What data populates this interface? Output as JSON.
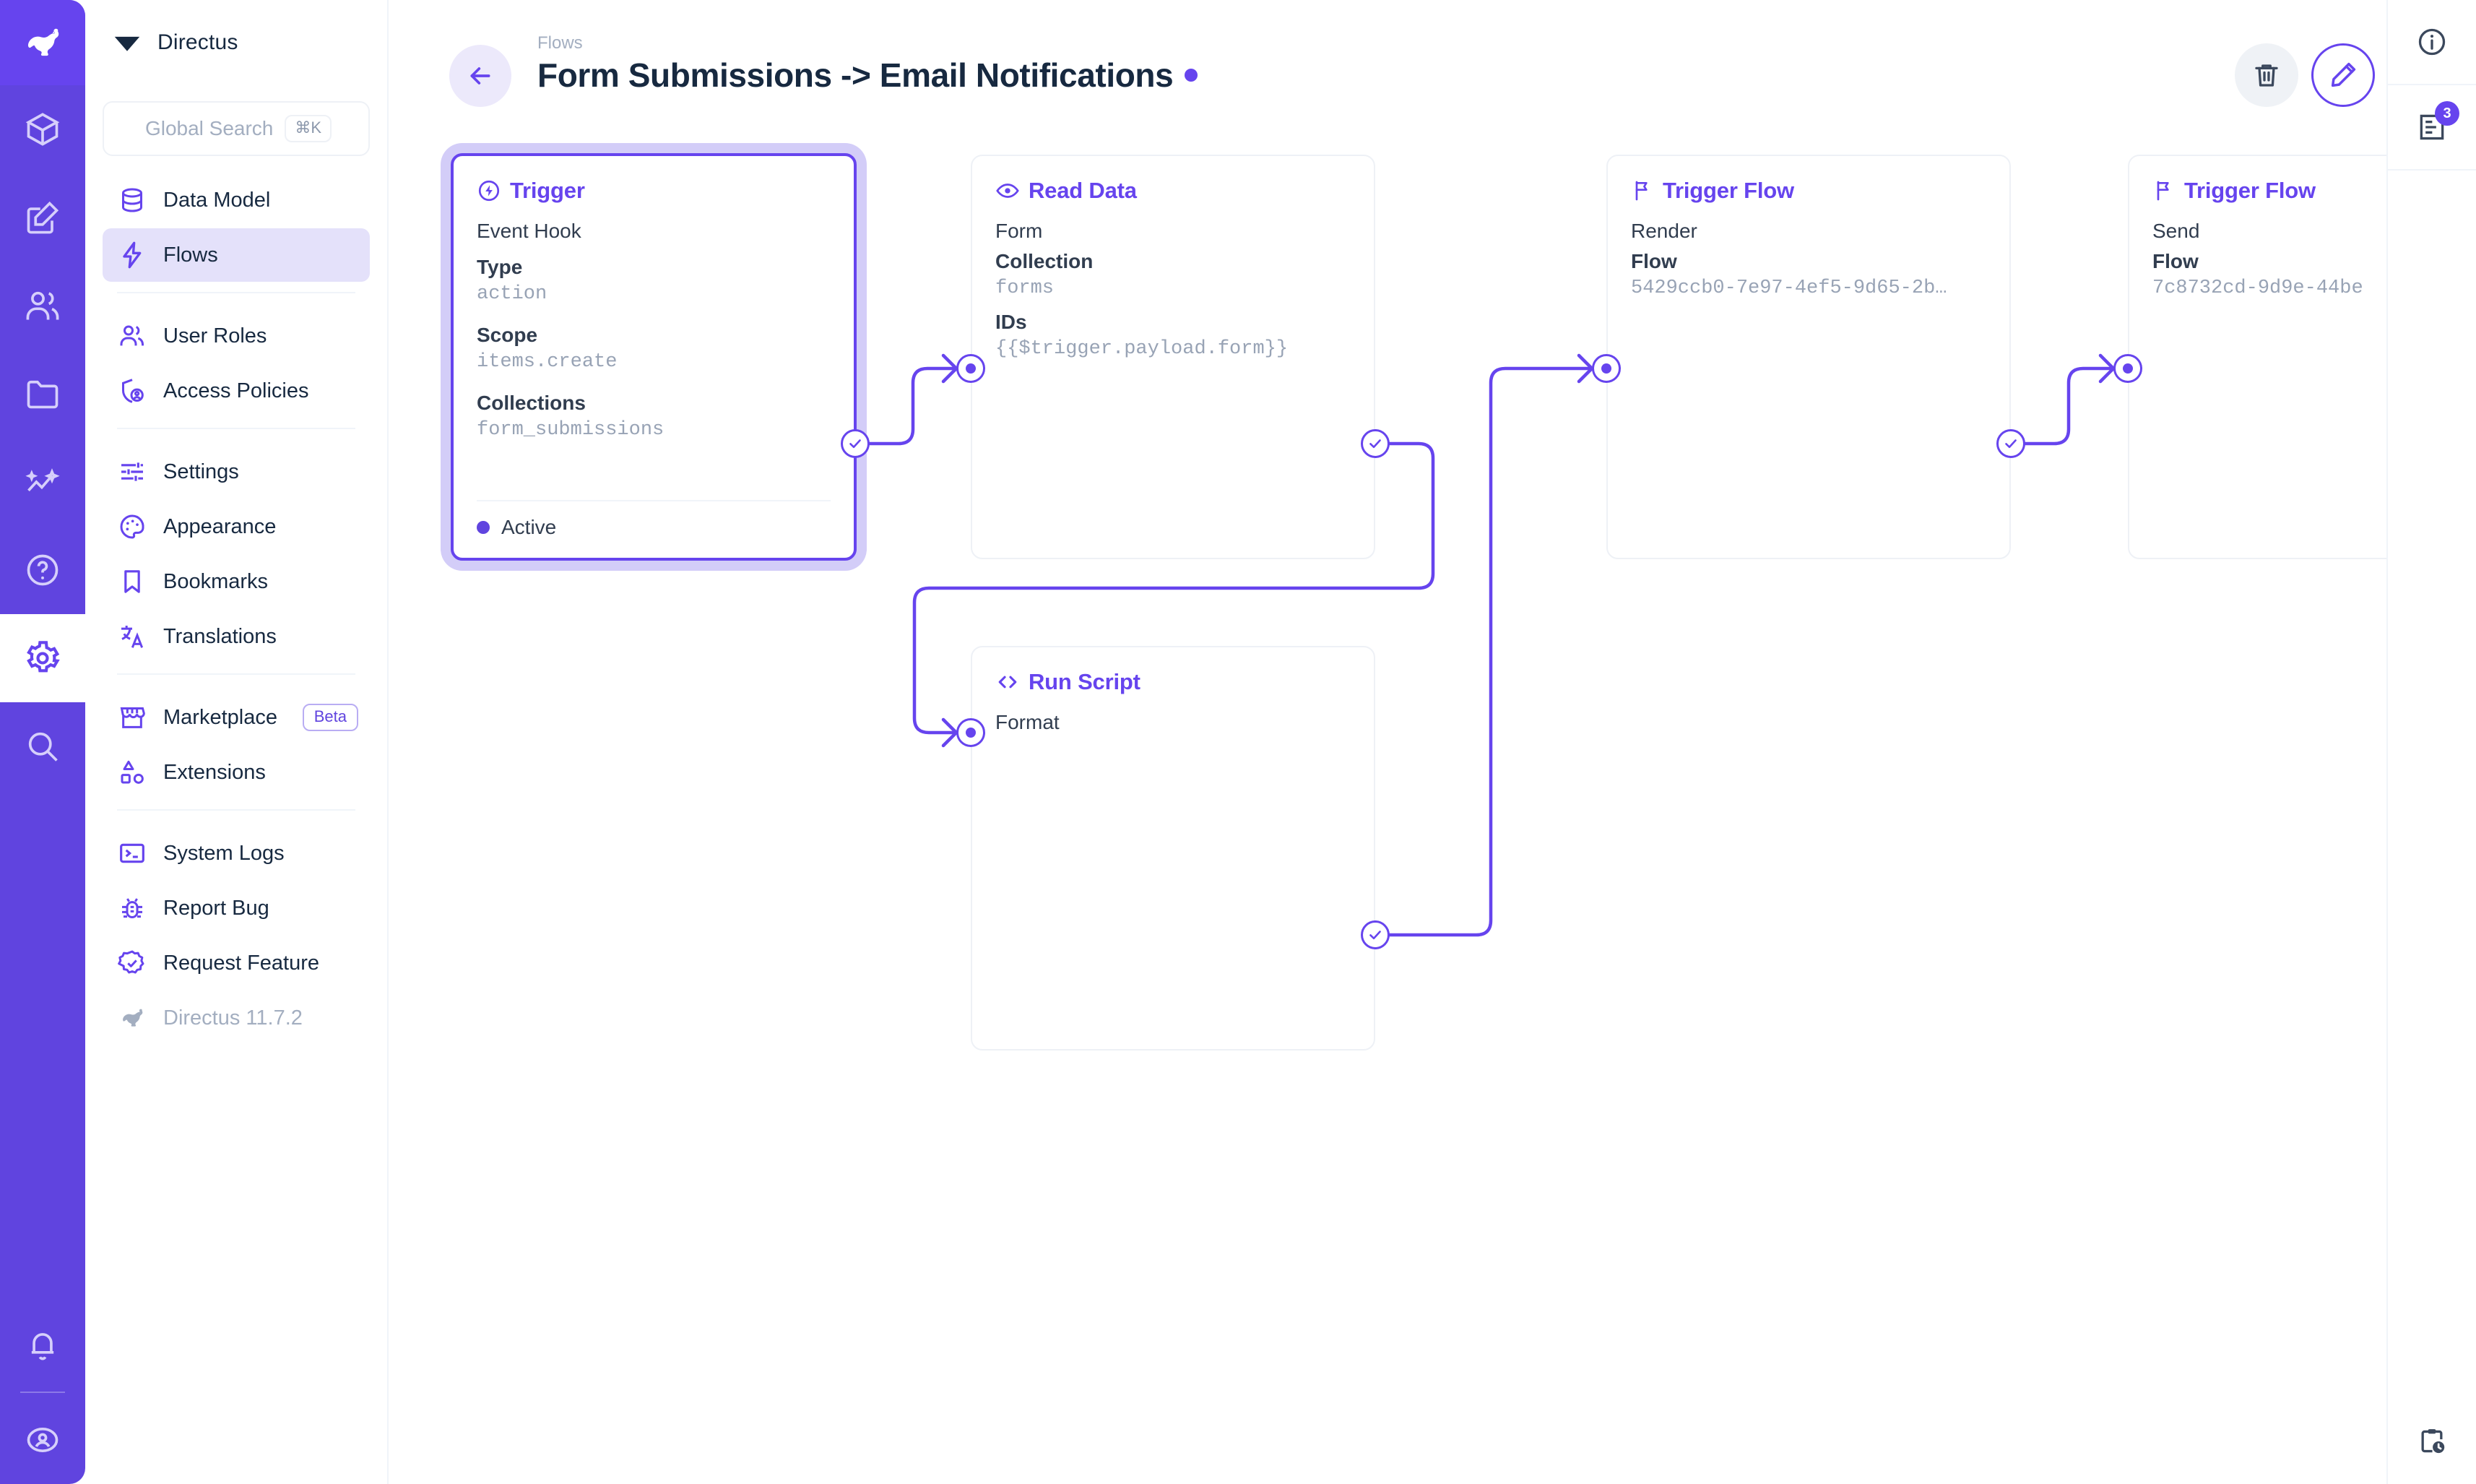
{
  "brand": {
    "name": "Directus"
  },
  "search": {
    "placeholder": "Global Search",
    "shortcut": "⌘K"
  },
  "nav": {
    "group1": [
      {
        "label": "Data Model",
        "icon": "database-icon"
      },
      {
        "label": "Flows",
        "icon": "lightning-icon",
        "selected": true
      }
    ],
    "group2": [
      {
        "label": "User Roles",
        "icon": "users-icon"
      },
      {
        "label": "Access Policies",
        "icon": "shield-user-icon"
      }
    ],
    "group3": [
      {
        "label": "Settings",
        "icon": "sliders-icon"
      },
      {
        "label": "Appearance",
        "icon": "palette-icon"
      },
      {
        "label": "Bookmarks",
        "icon": "bookmark-icon"
      },
      {
        "label": "Translations",
        "icon": "translate-icon"
      }
    ],
    "group4": [
      {
        "label": "Marketplace",
        "icon": "store-icon",
        "badge": "Beta"
      },
      {
        "label": "Extensions",
        "icon": "shapes-icon"
      }
    ],
    "group5": [
      {
        "label": "System Logs",
        "icon": "terminal-icon"
      },
      {
        "label": "Report Bug",
        "icon": "bug-icon"
      },
      {
        "label": "Request Feature",
        "icon": "badge-check-icon"
      }
    ],
    "version": {
      "label": "Directus 11.7.2",
      "icon": "rabbit-icon"
    }
  },
  "header": {
    "breadcrumb": "Flows",
    "title": "Form Submissions -> Email Notifications",
    "back_icon": "arrow-left-icon",
    "delete_icon": "trash-icon",
    "edit_icon": "pencil-icon"
  },
  "right_rail": {
    "info_icon": "info-circle-icon",
    "revisions_icon": "revisions-icon",
    "revisions_badge": "3",
    "activity_icon": "clipboard-clock-icon"
  },
  "colors": {
    "accent": "#6644ee",
    "rail": "#6044df",
    "selected_bg": "#e4e1fa",
    "muted": "#a3aec0",
    "text": "#172940",
    "border": "#eef1f6"
  },
  "flow": {
    "nodes": [
      {
        "id": "trigger",
        "title": "Trigger",
        "icon": "trigger-bolt-icon",
        "subtitle": "Event Hook",
        "selected": true,
        "fields": [
          {
            "key": "Type",
            "value": "action"
          },
          {
            "key": "Scope",
            "value": "items.create"
          },
          {
            "key": "Collections",
            "value": "form_submissions"
          }
        ],
        "status": "Active"
      },
      {
        "id": "read-data",
        "title": "Read Data",
        "icon": "eye-icon",
        "subtitle": "Form",
        "fields": [
          {
            "key": "Collection",
            "value": "forms"
          },
          {
            "key": "IDs",
            "value": "{{$trigger.payload.form}}"
          }
        ]
      },
      {
        "id": "run-script",
        "title": "Run Script",
        "icon": "code-icon",
        "subtitle": "Format",
        "fields": []
      },
      {
        "id": "trigger-flow-render",
        "title": "Trigger Flow",
        "icon": "flag-icon",
        "subtitle": "Render",
        "fields": [
          {
            "key": "Flow",
            "value": "5429ccb0-7e97-4ef5-9d65-2b…"
          }
        ]
      },
      {
        "id": "trigger-flow-send",
        "title": "Trigger Flow",
        "icon": "flag-icon",
        "subtitle": "Send",
        "fields": [
          {
            "key": "Flow",
            "value": "7c8732cd-9d9e-44be"
          }
        ]
      }
    ]
  }
}
